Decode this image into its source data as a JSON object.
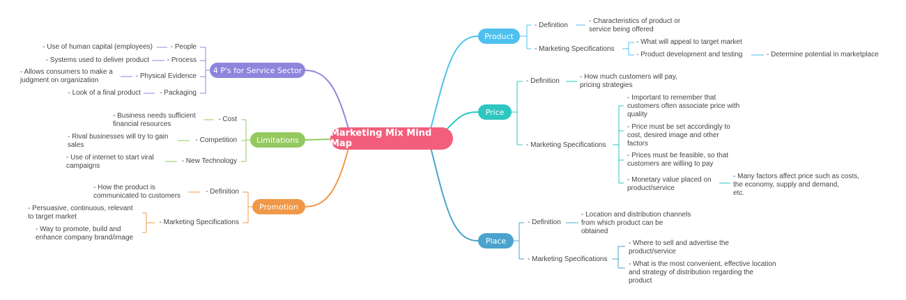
{
  "root": "Marketing Mix Mind Map",
  "colors": {
    "root": "#f35e7c",
    "product": "#4ec0ee",
    "price": "#2ec6c0",
    "place": "#4aa3cc",
    "service": "#8f85dd",
    "limitations": "#93c95e",
    "promotion": "#ef9847",
    "text": "#444444"
  },
  "product": {
    "label": "Product",
    "definition": "- Definition",
    "definition_text": [
      "- Characteristics of product or",
      "service being offered"
    ],
    "specs": "- Marketing Specifications",
    "spec1": "- What will appeal to target market",
    "spec2": "- Product development and testing",
    "spec2_child": "- Determine potential in marketplace"
  },
  "price": {
    "label": "Price",
    "definition": "- Definition",
    "definition_text": [
      "- How much customers will pay,",
      "pricing strategies"
    ],
    "specs": "- Marketing Specifications",
    "spec1": [
      "- Important to remember that",
      "customers often associate price with",
      "quality"
    ],
    "spec2": [
      "- Price must be set accordingly to",
      "cost, desired image and other",
      "factors"
    ],
    "spec3": [
      "- Prices must be feasible, so that",
      "customers are willing to pay"
    ],
    "spec4": [
      "- Monetary value placed on",
      "product/service"
    ],
    "spec4_child": [
      "- Many factors affect price such as costs,",
      "the economy, supply and demand,",
      "etc."
    ]
  },
  "place": {
    "label": "Place",
    "definition": "- Definition",
    "definition_text": [
      "- Location and distribution channels",
      "from which product can be",
      "obtained"
    ],
    "specs": "- Marketing Specifications",
    "spec1": [
      "- Where to sell and advertise the",
      "product/service"
    ],
    "spec2": [
      "- What is the most convenient, effective location",
      "and strategy of distribution regarding the",
      "product"
    ]
  },
  "service": {
    "label": "4 P's for Service Sector",
    "people": "- People",
    "people_text": "- Use of human capital (employees)",
    "process": "- Process",
    "process_text": "- Systems used to deliver product",
    "evidence": "- Physical Evidence",
    "evidence_text": [
      "- Allows consumers to make a",
      "judgment on organization"
    ],
    "packaging": "- Packaging",
    "packaging_text": "- Look of a final product"
  },
  "limitations": {
    "label": "Limitations",
    "cost": "- Cost",
    "cost_text": [
      "- Business needs sufficient",
      "financial resources"
    ],
    "competition": "- Competition",
    "competition_text": [
      "- Rival businesses will try to gain",
      "sales"
    ],
    "technology": "- New Technology",
    "technology_text": [
      "- Use of internet to start viral",
      "campaigns"
    ]
  },
  "promotion": {
    "label": "Promotion",
    "definition": "- Definition",
    "definition_text": [
      "- How the product is",
      "communicated to customers"
    ],
    "specs": "- Marketing Specifications",
    "spec1": [
      "- Persuasive, continuous, relevant",
      "to target market"
    ],
    "spec2": [
      "- Way to promote, build and",
      "enhance company brand/image"
    ]
  }
}
